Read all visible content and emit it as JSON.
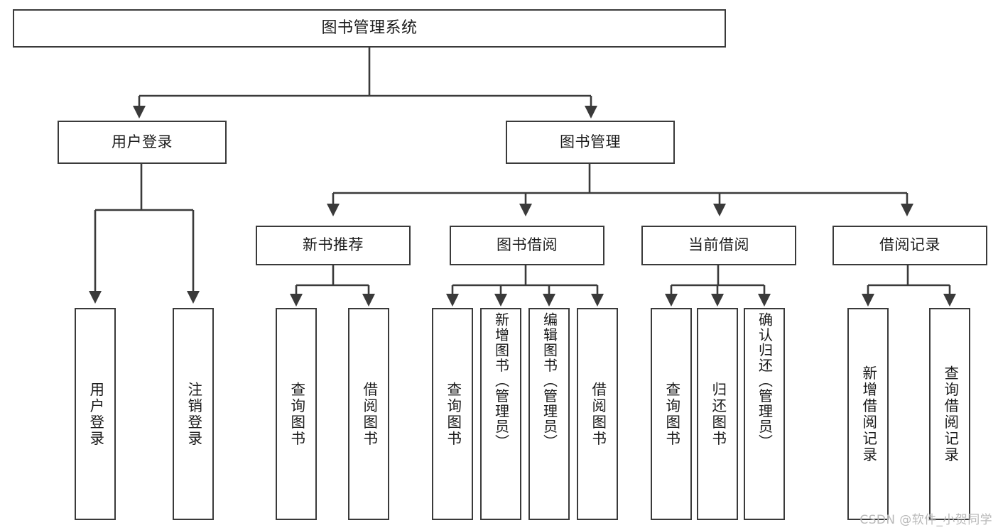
{
  "diagram": {
    "title": "图书管理系统",
    "type": "tree",
    "watermark": "CSDN @软件_小贺同学",
    "colors": {
      "box_border": "#3a3a3a",
      "edge": "#3a3a3a",
      "background": "#ffffff",
      "text": "#1b1b1b",
      "watermark": "#b9b9b9"
    },
    "nodes": {
      "root": {
        "label": "图书管理系统"
      },
      "level1": [
        {
          "id": "user-login",
          "label": "用户登录"
        },
        {
          "id": "book-manage",
          "label": "图书管理"
        }
      ],
      "level2": [
        {
          "id": "new-book-recommend",
          "label": "新书推荐"
        },
        {
          "id": "book-borrow",
          "label": "图书借阅"
        },
        {
          "id": "current-borrow",
          "label": "当前借阅"
        },
        {
          "id": "borrow-record",
          "label": "借阅记录"
        }
      ],
      "leaves": {
        "user-login": [
          {
            "id": "leaf-user-login",
            "label": "用户登录"
          },
          {
            "id": "leaf-logout",
            "label": "注销登录"
          }
        ],
        "new-book-recommend": [
          {
            "id": "leaf-query-book-1",
            "label": "查询图书"
          },
          {
            "id": "leaf-borrow-book-1",
            "label": "借阅图书"
          }
        ],
        "book-borrow": [
          {
            "id": "leaf-query-book-2",
            "label": "查询图书"
          },
          {
            "id": "leaf-add-book",
            "label": "新增图书（管理员）"
          },
          {
            "id": "leaf-edit-book",
            "label": "编辑图书（管理员）"
          },
          {
            "id": "leaf-borrow-book-2",
            "label": "借阅图书"
          }
        ],
        "current-borrow": [
          {
            "id": "leaf-query-book-3",
            "label": "查询图书"
          },
          {
            "id": "leaf-return-book",
            "label": "归还图书"
          },
          {
            "id": "leaf-confirm-return",
            "label": "确认归还（管理员）"
          }
        ],
        "borrow-record": [
          {
            "id": "leaf-add-record",
            "label": "新增借阅记录"
          },
          {
            "id": "leaf-query-record",
            "label": "查询借阅记录"
          }
        ]
      }
    }
  }
}
